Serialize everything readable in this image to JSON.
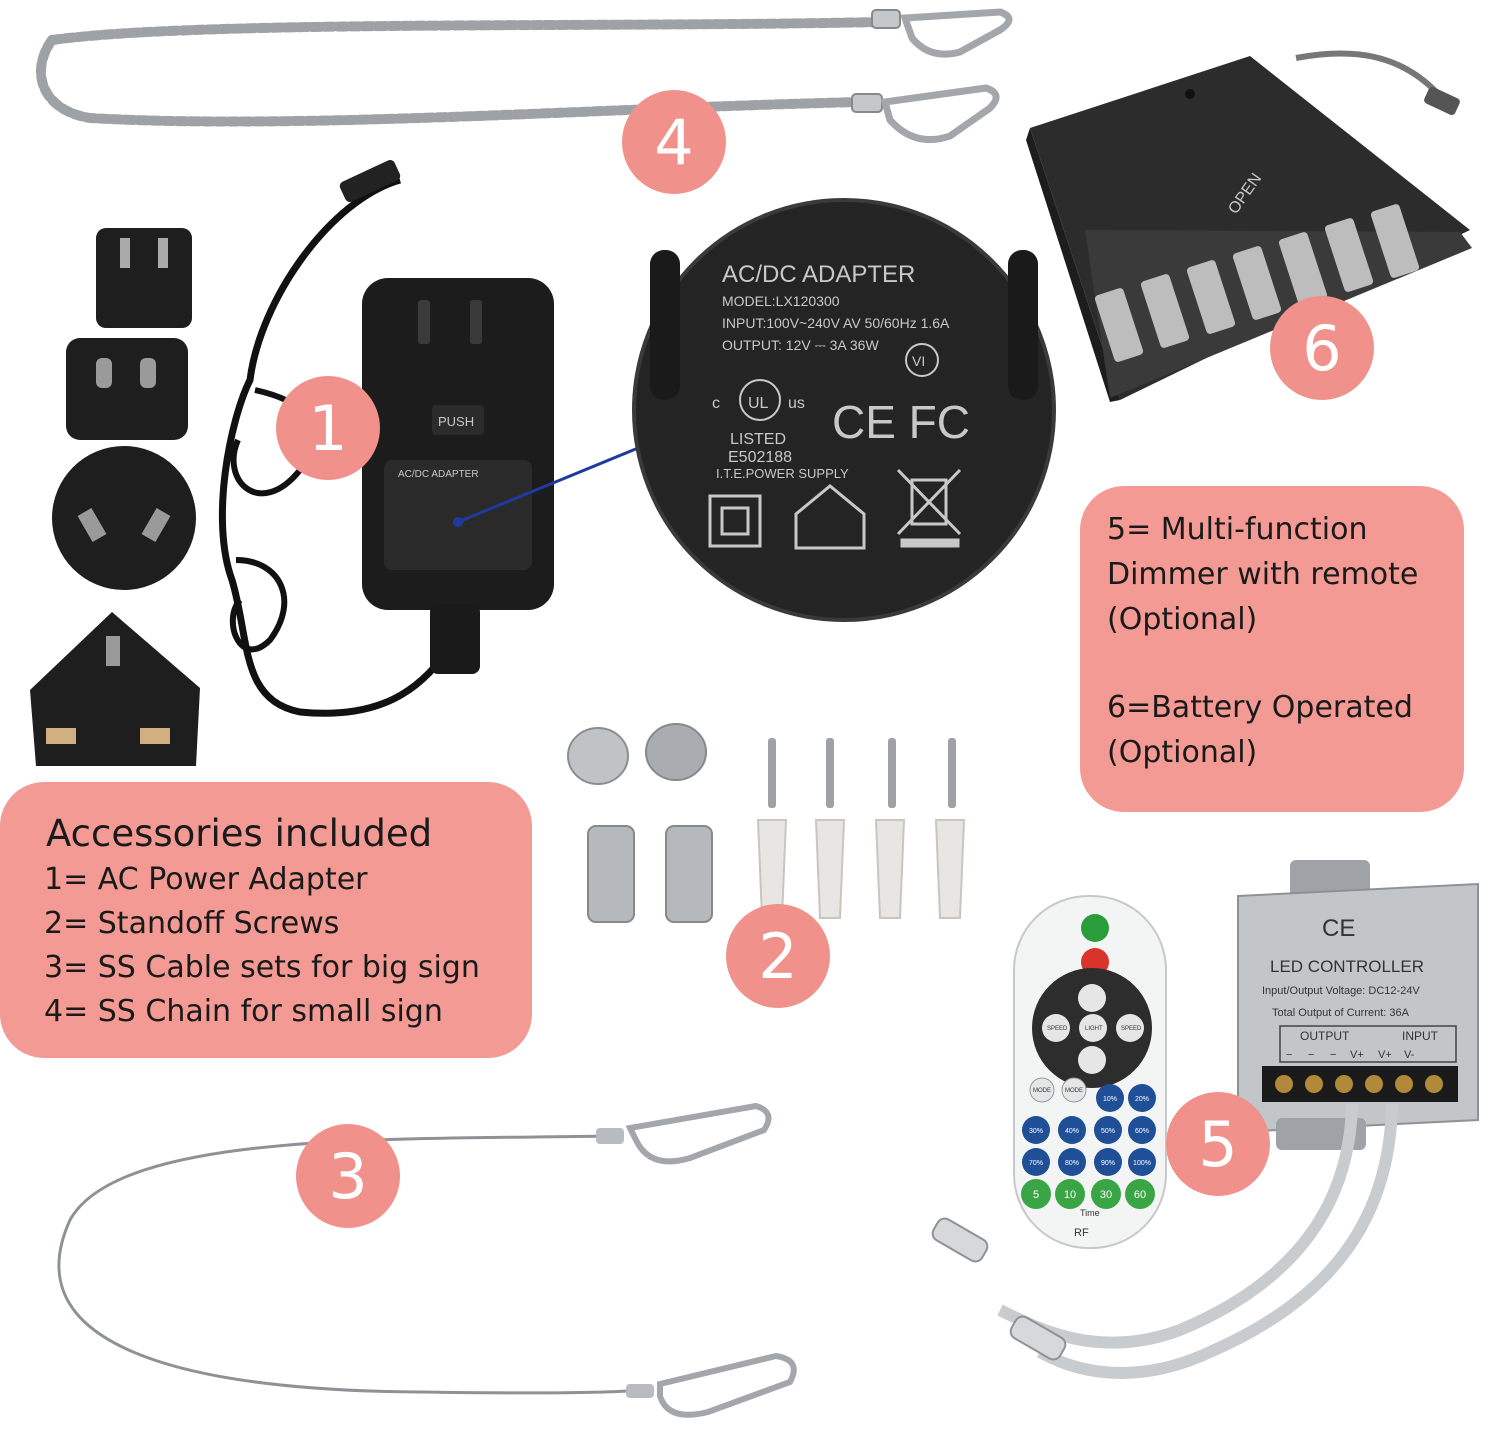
{
  "badges": {
    "b1": "1",
    "b2": "2",
    "b3": "3",
    "b4": "4",
    "b5": "5",
    "b6": "6"
  },
  "accessories": {
    "title": "Accessories included",
    "items": [
      "1= AC Power Adapter",
      "2= Standoff Screws",
      "3= SS Cable sets for big sign",
      "4= SS Chain for small sign"
    ]
  },
  "optional": {
    "lines": [
      "5= Multi-function",
      "Dimmer with remote",
      "(Optional)",
      "6=Battery Operated",
      "(Optional)"
    ]
  },
  "adapter_label": {
    "title": "AC/DC ADAPTER",
    "model": "MODEL:LX120300",
    "input": "INPUT:100V~240V AV 50/60Hz 1.6A",
    "output": "OUTPUT: 12V ⎓ 3A  36W",
    "vi": "VI",
    "c": "c",
    "ul": "UL",
    "us": "us",
    "listed": "LISTED",
    "file_no": "E502188",
    "ite": "I.T.E.POWER SUPPLY",
    "ce_fc": "CE FC"
  },
  "adapter_body": {
    "push": "PUSH",
    "small_label": "AC/DC ADAPTER"
  },
  "battery_box": {
    "open": "OPEN"
  },
  "controller": {
    "marks": "CE",
    "title": "LED CONTROLLER",
    "voltage": "Input/Output Voltage: DC12-24V",
    "current": "Total Output of Current: 36A",
    "output": "OUTPUT",
    "input": "INPUT",
    "terminals": [
      "−",
      "−",
      "−",
      "V+",
      "V+",
      "V-"
    ]
  },
  "remote": {
    "speed_minus": "SPEED",
    "light": "LIGHT",
    "speed_plus": "SPEED",
    "mode_minus": "MODE",
    "mode_plus": "MODE",
    "percents": [
      "10%",
      "20%",
      "30%",
      "40%",
      "50%",
      "60%",
      "70%",
      "80%",
      "90%",
      "100%"
    ],
    "timers": [
      "5",
      "10",
      "30",
      "60"
    ],
    "time": "Time",
    "rf": "RF"
  },
  "colors": {
    "badge": "#f0918b",
    "textbox": "#f29a93",
    "adapter": "#1c1c1c",
    "metal": "#b9bcc0",
    "leader_line": "#1f3a9e"
  }
}
